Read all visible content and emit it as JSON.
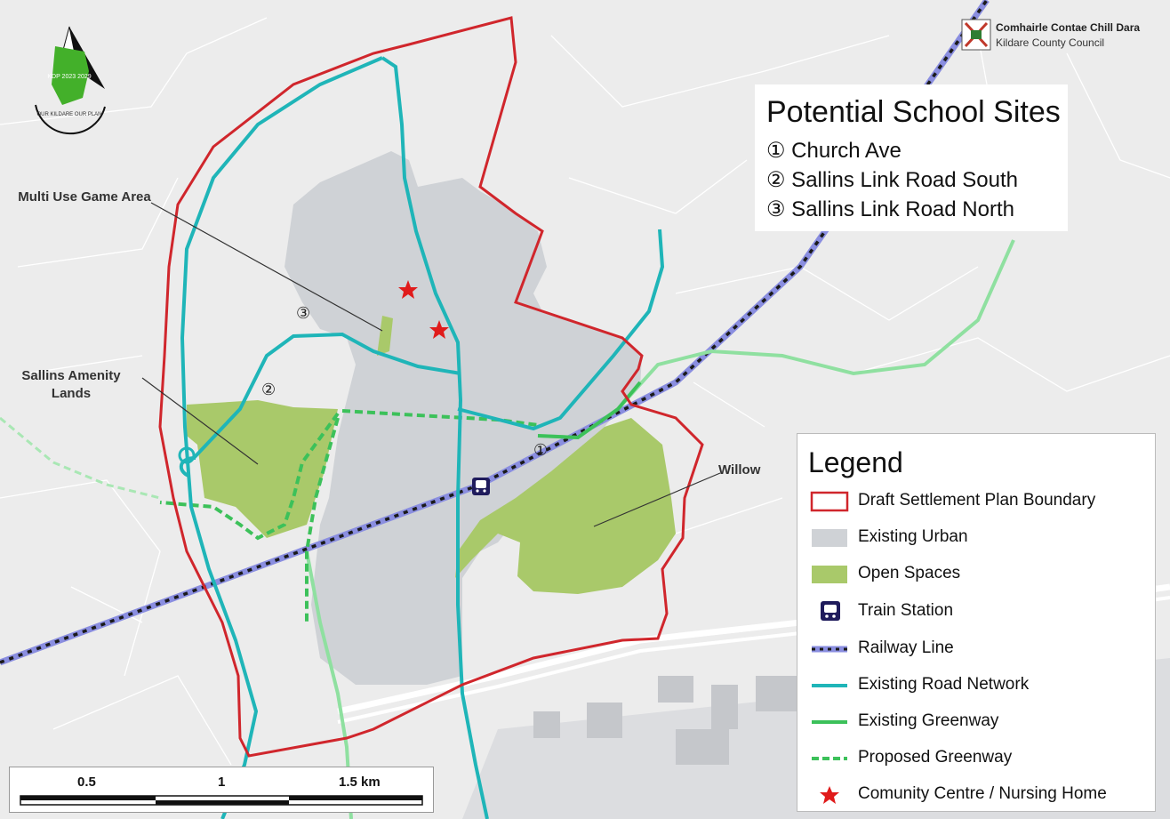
{
  "map": {
    "school_panel": {
      "title": "Potential School Sites",
      "items": [
        "① Church Ave",
        "② Sallins Link Road South",
        "③ Sallins Link Road North"
      ]
    },
    "labels": {
      "multi_use": "Multi Use Game Area",
      "amenity": "Sallins Amenity Lands",
      "willow": "Willow"
    },
    "site_markers": [
      "①",
      "②",
      "③"
    ],
    "council": {
      "irish_name": "Comhairle Contae Chill Dara",
      "english_name": "Kildare County Council"
    },
    "logo_text": [
      "KDP 2023 2029",
      "OUR KILDARE OUR PLAN"
    ],
    "legend": {
      "title": "Legend",
      "items": [
        {
          "label": "Draft Settlement Plan Boundary",
          "symbol": "boundary",
          "color": "#d0262c"
        },
        {
          "label": "Existing Urban",
          "symbol": "fill",
          "color": "#cfd2d6"
        },
        {
          "label": "Open Spaces",
          "symbol": "fill",
          "color": "#a9c96a"
        },
        {
          "label": "Train Station",
          "symbol": "train-icon",
          "color": "#1f1b5c"
        },
        {
          "label": "Railway Line",
          "symbol": "rail",
          "color": "#8a8ee0"
        },
        {
          "label": "Existing Road Network",
          "symbol": "line",
          "color": "#1fb5b8"
        },
        {
          "label": "Existing Greenway",
          "symbol": "line",
          "color": "#3cc15a"
        },
        {
          "label": "Proposed Greenway",
          "symbol": "dashed",
          "color": "#3cc15a"
        },
        {
          "label": "Comunity Centre / Nursing Home",
          "symbol": "star-icon",
          "color": "#e01b1b"
        }
      ]
    },
    "scale_bar": {
      "labels": [
        "0.5",
        "1",
        "1.5 km"
      ]
    },
    "colors": {
      "boundary": "#d0262c",
      "urban": "#cfd2d6",
      "open_space": "#a9c96a",
      "road": "#1fb5b8",
      "greenway": "#3cc15a",
      "rail": "#8a8ee0",
      "background": "#ececec"
    }
  }
}
